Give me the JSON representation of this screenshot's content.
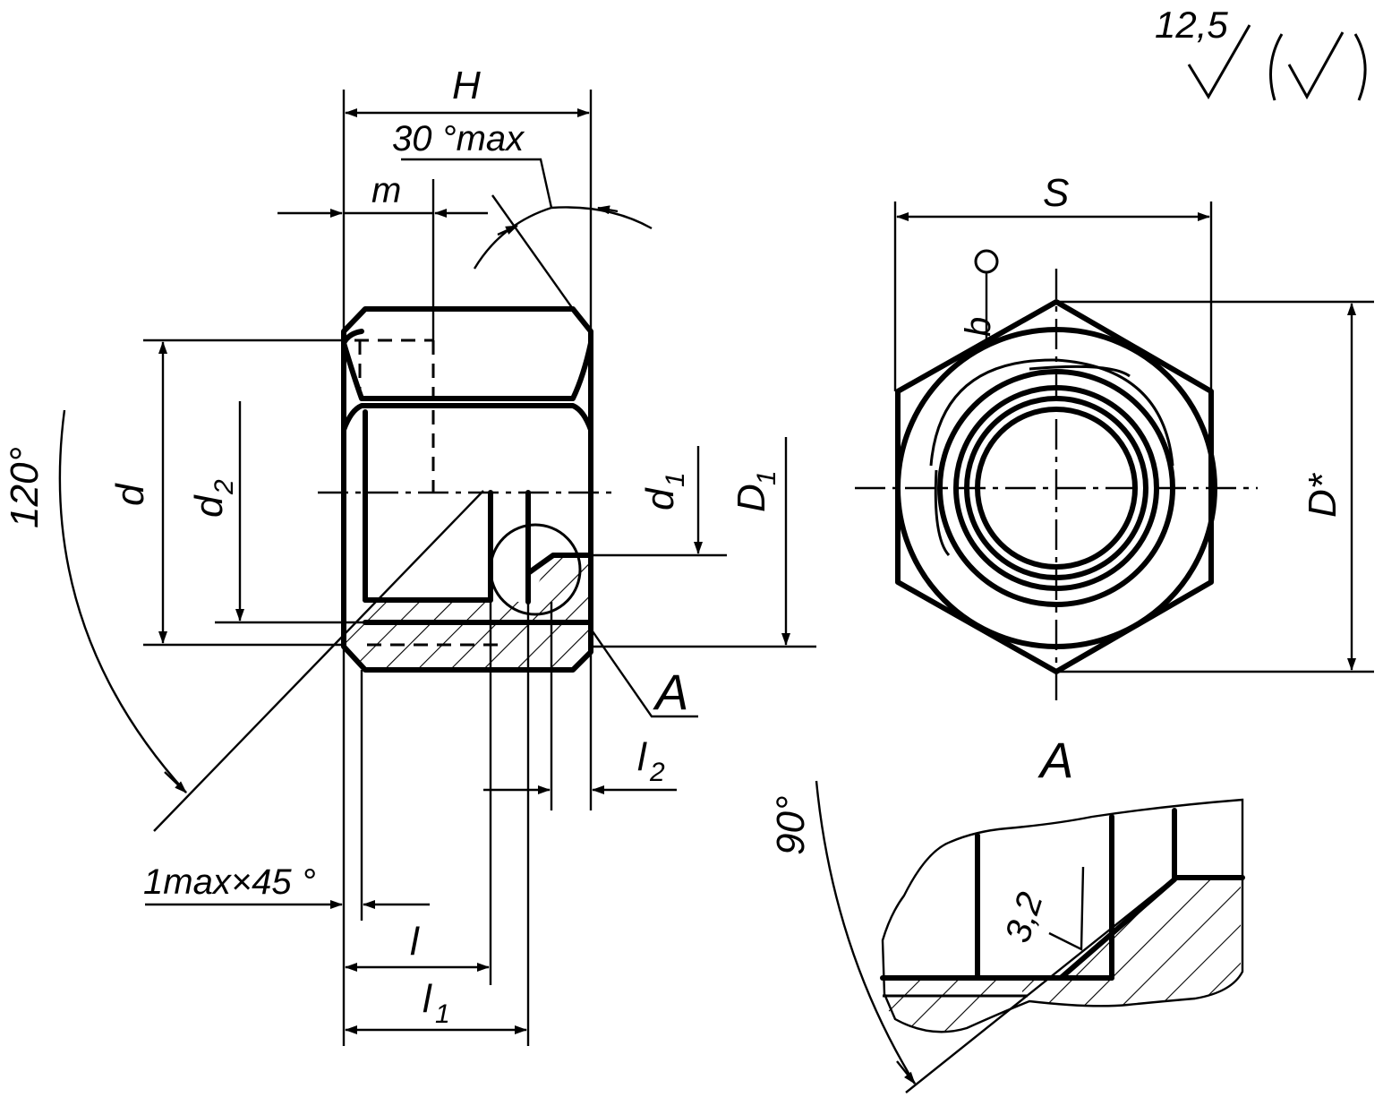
{
  "surface_finish": {
    "roughness_value": "12,5",
    "parenthetical_symbol": "(√)"
  },
  "main_view": {
    "labels": {
      "H": "H",
      "angle_30": "30 °max",
      "m": "m",
      "angle_120": "120°",
      "d": "d",
      "d2": "d",
      "d2_sub": "2",
      "d1": "d",
      "d1_sub": "1",
      "D1": "D",
      "D1_sub": "1",
      "A": "A",
      "l2": "l",
      "l2_sub": "2",
      "chamfer": "1max×45 °",
      "l": "l",
      "l1": "l",
      "l1_sub": "1"
    }
  },
  "end_view": {
    "labels": {
      "S": "S",
      "b": "b",
      "D_star": "D*"
    }
  },
  "detail_A": {
    "labels": {
      "title": "A",
      "angle_90": "90°",
      "roughness": "3,2"
    }
  },
  "colors": {
    "line": "#000000",
    "background": "#ffffff"
  }
}
